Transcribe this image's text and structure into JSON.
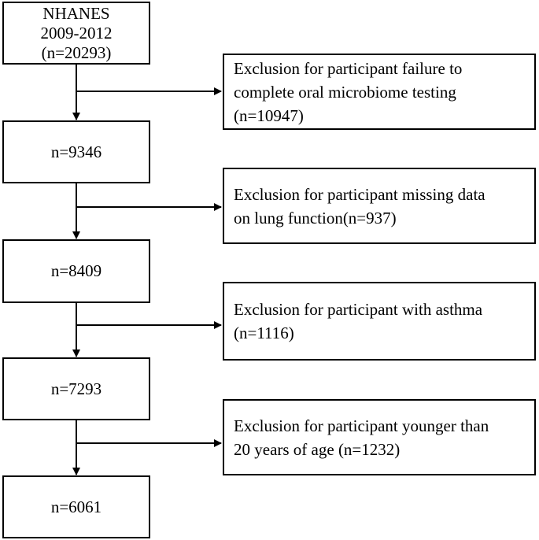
{
  "flowchart": {
    "main_boxes": [
      {
        "lines": [
          "NHANES",
          "2009-2012",
          "(n=20293)"
        ]
      },
      {
        "lines": [
          "n=9346"
        ]
      },
      {
        "lines": [
          "n=8409"
        ]
      },
      {
        "lines": [
          "n=7293"
        ]
      },
      {
        "lines": [
          "n=6061"
        ]
      }
    ],
    "exclusions": [
      {
        "lines": [
          "Exclusion for participant failure to",
          "complete oral microbiome testing",
          "(n=10947)"
        ]
      },
      {
        "lines": [
          "Exclusion for participant missing data",
          "on lung function(n=937)"
        ]
      },
      {
        "lines": [
          "Exclusion for participant with asthma",
          "(n=1116)"
        ]
      },
      {
        "lines": [
          "Exclusion for participant younger than",
          "20 years of age (n=1232)"
        ]
      }
    ]
  }
}
